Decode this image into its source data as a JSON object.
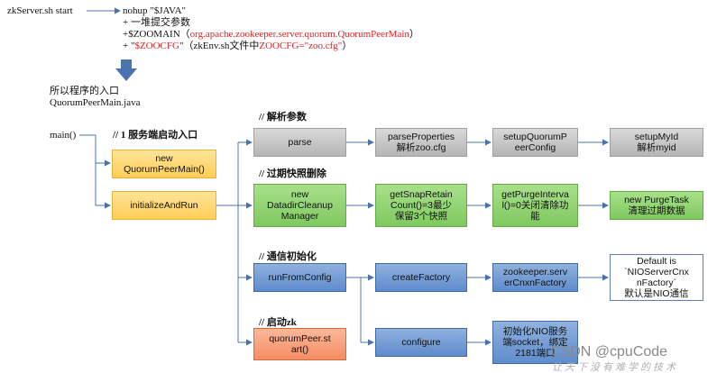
{
  "top": {
    "start_label": "zkServer.sh start",
    "nohup_line": "nohup \"$JAVA\"",
    "args_line": "+ 一堆提交参数",
    "zoomain_prefix": "+$ZOOMAIN（",
    "zoomain_class": "org.apache.zookeeper.server.quorum.QuorumPeerMain",
    "zoomain_suffix": "）",
    "zoocfg_plus": "+ \"",
    "zoocfg_var": "$ZOOCFG",
    "zoocfg_mid": "\"（zkEnv.sh文件中",
    "zoocfg_assign": "ZOOCFG=\"zoo.cfg\"",
    "zoocfg_end": "）"
  },
  "entry": {
    "line1": "所以程序的入口",
    "line2": "QuorumPeerMain.java",
    "main": "main()"
  },
  "comments": {
    "entry": "// 1 服务端启动入口",
    "parse": "// 解析参数",
    "purge": "// 过期快照删除",
    "comm": "// 通信初始化",
    "start": "// 启动zk"
  },
  "boxes": {
    "new_qpm": "new\nQuorumPeerMain()",
    "init_run": "initializeAndRun",
    "parse": "parse",
    "parse_props": "parseProperties\n解析zoo.cfg",
    "setup_qpc": "setupQuorumP\neerConfig",
    "setup_myid": "setupMyId\n解析myid",
    "new_ddcm": "new\nDatadirCleanup\nManager",
    "get_snap": "getSnapRetain\nCount()=3最少\n保留3个快照",
    "get_purge": "getPurgeInterva\nl()=0关闭清除功\n能",
    "new_purge": "new PurgeTask\n清理过期数据",
    "run_cfg": "runFromConfig",
    "create_factory": "createFactory",
    "zk_scnf": "zookeeper.serv\nerCnxnFactory",
    "default_nio": "Default is\n`NIOServerCnx\nnFactory`\n默认是NIO通信",
    "configure": "configure",
    "init_nio": "初始化NIO服务\n端socket，绑定\n2181端口",
    "qp_start": "quorumPeer.st\nart()"
  },
  "watermark": {
    "csdn": "CSDN @cpuCode",
    "tail": "让天下没有难学的技术"
  },
  "colors": {
    "red_text": "#e02020",
    "line": "#4a74ad",
    "arrow_fill": "#4a74ad"
  }
}
